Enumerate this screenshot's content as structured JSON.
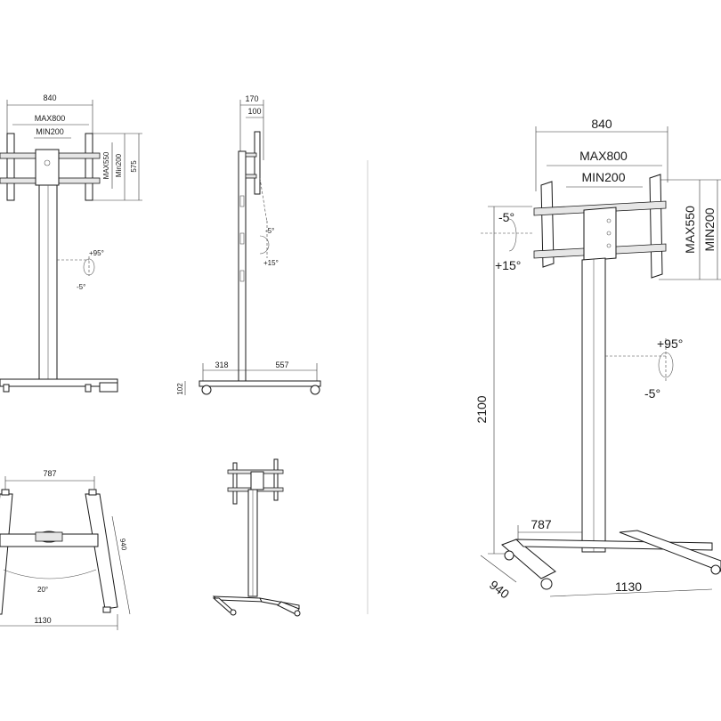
{
  "front_view": {
    "width": "840",
    "max_h": "MAX800",
    "min_h": "MIN200",
    "max_v": "MAX550",
    "min_v": "Min200",
    "height_v": "575",
    "tilt_up": "+95°",
    "tilt_down": "-5°"
  },
  "side_view": {
    "depth_total": "170",
    "depth_bracket": "100",
    "tilt_down": "-5°",
    "tilt_up": "+15°",
    "base_front": "318",
    "base_back": "557",
    "base_height": "102"
  },
  "top_view": {
    "inner_width": "787",
    "depth": "940",
    "angle": "20°",
    "overall_width": "1130"
  },
  "iso_view": {
    "width": "840",
    "max_h": "MAX800",
    "min_h": "MIN200",
    "max_v": "MAX550",
    "min_v": "MIN200",
    "tilt_down_a": "-5°",
    "tilt_up_a": "+15°",
    "tilt_up_b": "+95°",
    "tilt_down_b": "-5°",
    "height": "2100",
    "inner_width": "787",
    "depth": "940",
    "overall_width": "1130"
  }
}
